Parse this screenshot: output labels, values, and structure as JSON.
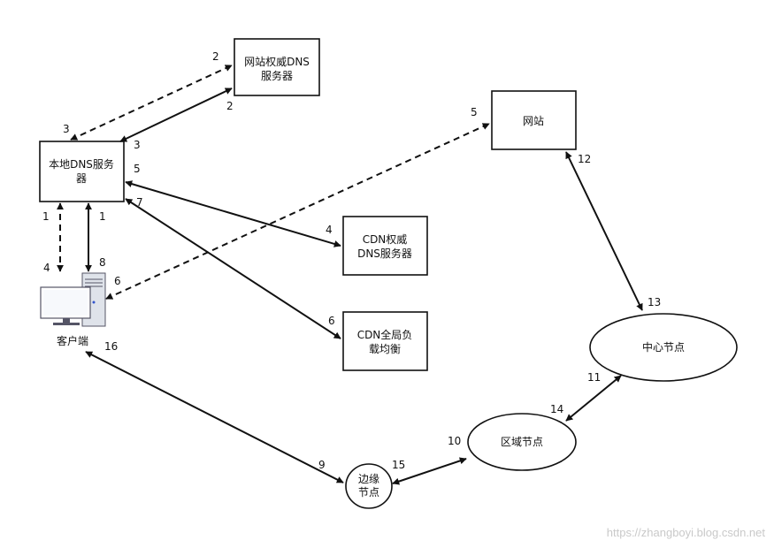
{
  "nodes": {
    "site_auth_dns": {
      "lines": [
        "网站权威DNS",
        "服务器"
      ]
    },
    "local_dns": {
      "lines": [
        "本地DNS服务",
        "器"
      ]
    },
    "website": {
      "lines": [
        "网站"
      ]
    },
    "cdn_auth_dns": {
      "lines": [
        "CDN权威",
        "DNS服务器"
      ]
    },
    "cdn_glb": {
      "lines": [
        "CDN全局负",
        "载均衡"
      ]
    },
    "client": {
      "lines": [
        "客户端"
      ]
    },
    "center_node": {
      "lines": [
        "中心节点"
      ]
    },
    "region_node": {
      "lines": [
        "区域节点"
      ]
    },
    "edge_node": {
      "lines": [
        "边缘",
        "节点"
      ]
    }
  },
  "edge_labels": {
    "l2a": "2",
    "l2b": "2",
    "l3a": "3",
    "l3b": "3",
    "l5a": "5",
    "l5b": "5",
    "l7": "7",
    "l4a": "4",
    "l1a": "1",
    "l1b": "1",
    "l4b": "4",
    "l8": "8",
    "l6a": "6",
    "l6b": "6",
    "l12": "12",
    "l13": "13",
    "l16": "16",
    "l9": "9",
    "l15": "15",
    "l10": "10",
    "l14": "14",
    "l11": "11"
  },
  "watermark": "https://zhangboyi.blog.csdn.net"
}
